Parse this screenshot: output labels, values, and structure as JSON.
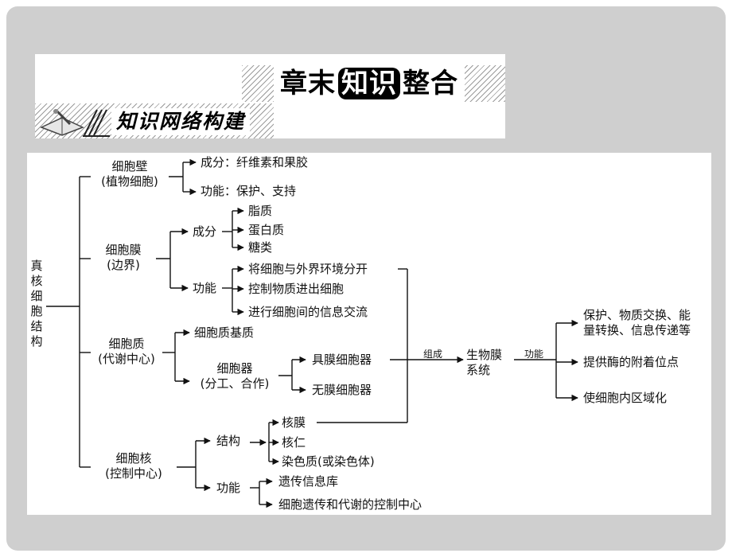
{
  "header": {
    "chapter_title_a": "章末",
    "chapter_title_hl": "知识",
    "chapter_title_b": "整合",
    "section_title": "知识网络构建"
  },
  "diagram": {
    "root": [
      "真",
      "核",
      "细",
      "胞",
      "结",
      "构"
    ],
    "cell_wall": {
      "name": "细胞壁",
      "sub": "(植物细胞)",
      "composition": "成分：纤维素和果胶",
      "function": "功能：保护、支持"
    },
    "membrane": {
      "name": "细胞膜",
      "sub": "(边界)",
      "composition_label": "成分",
      "composition_items": [
        "脂质",
        "蛋白质",
        "糖类"
      ],
      "function_label": "功能",
      "function_items": [
        "将细胞与外界环境分开",
        "控制物质进出细胞",
        "进行细胞间的信息交流"
      ]
    },
    "cytoplasm": {
      "name": "细胞质",
      "sub": "(代谢中心)",
      "matrix": "细胞质基质",
      "organelles": "细胞器",
      "organelles_sub": "(分工、合作)",
      "membranous": "具膜细胞器",
      "non_membranous": "无膜细胞器"
    },
    "nucleus": {
      "name": "细胞核",
      "sub": "(控制中心)",
      "structure_label": "结构",
      "structure_items": [
        "核膜",
        "核仁",
        "染色质(或染色体)"
      ],
      "function_label": "功能",
      "function_items": [
        "遗传信息库",
        "细胞遗传和代谢的控制中心"
      ]
    },
    "compose_label": "组成",
    "biomembrane_line1": "生物膜",
    "biomembrane_line2": "系统",
    "bm_function_label": "功能",
    "bm_functions": {
      "f1_line1": "保护、物质交换、能",
      "f1_line2": "量转换、信息传递等",
      "f2": "提供酶的附着位点",
      "f3": "使细胞内区域化"
    }
  }
}
